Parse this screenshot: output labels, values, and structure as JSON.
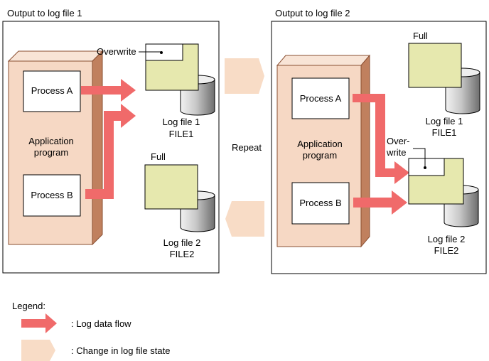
{
  "panel_left": {
    "title": "Output to log file 1",
    "process_a": "Process A",
    "process_b": "Process B",
    "app_line1": "Application",
    "app_line2": "program",
    "overwrite": "Overwrite",
    "file1_label_line1": "Log file 1",
    "file1_label_line2": "FILE1",
    "file2_full": "Full",
    "file2_label_line1": "Log file 2",
    "file2_label_line2": "FILE2"
  },
  "panel_right": {
    "title": "Output to log file 2",
    "process_a": "Process A",
    "process_b": "Process B",
    "app_line1": "Application",
    "app_line2": "program",
    "file1_full": "Full",
    "file1_label_line1": "Log file 1",
    "file1_label_line2": "FILE1",
    "overwrite_line1": "Over-",
    "overwrite_line2": "write",
    "file2_label_line1": "Log file 2",
    "file2_label_line2": "FILE2"
  },
  "repeat_label": "Repeat",
  "legend": {
    "title": "Legend:",
    "flow": ": Log data flow",
    "state_change": ": Change in log file state"
  },
  "colors": {
    "arrow": "#f06a6a",
    "app_box": "#f6d8c4",
    "app_border": "#8a4f32",
    "app_side": "#c0805e",
    "state_arrow": "#f8dcc6",
    "file_sheet": "#e6e8ae",
    "cylinder_light": "#e8e8e8",
    "cylinder_dark": "#7a7a7a"
  }
}
